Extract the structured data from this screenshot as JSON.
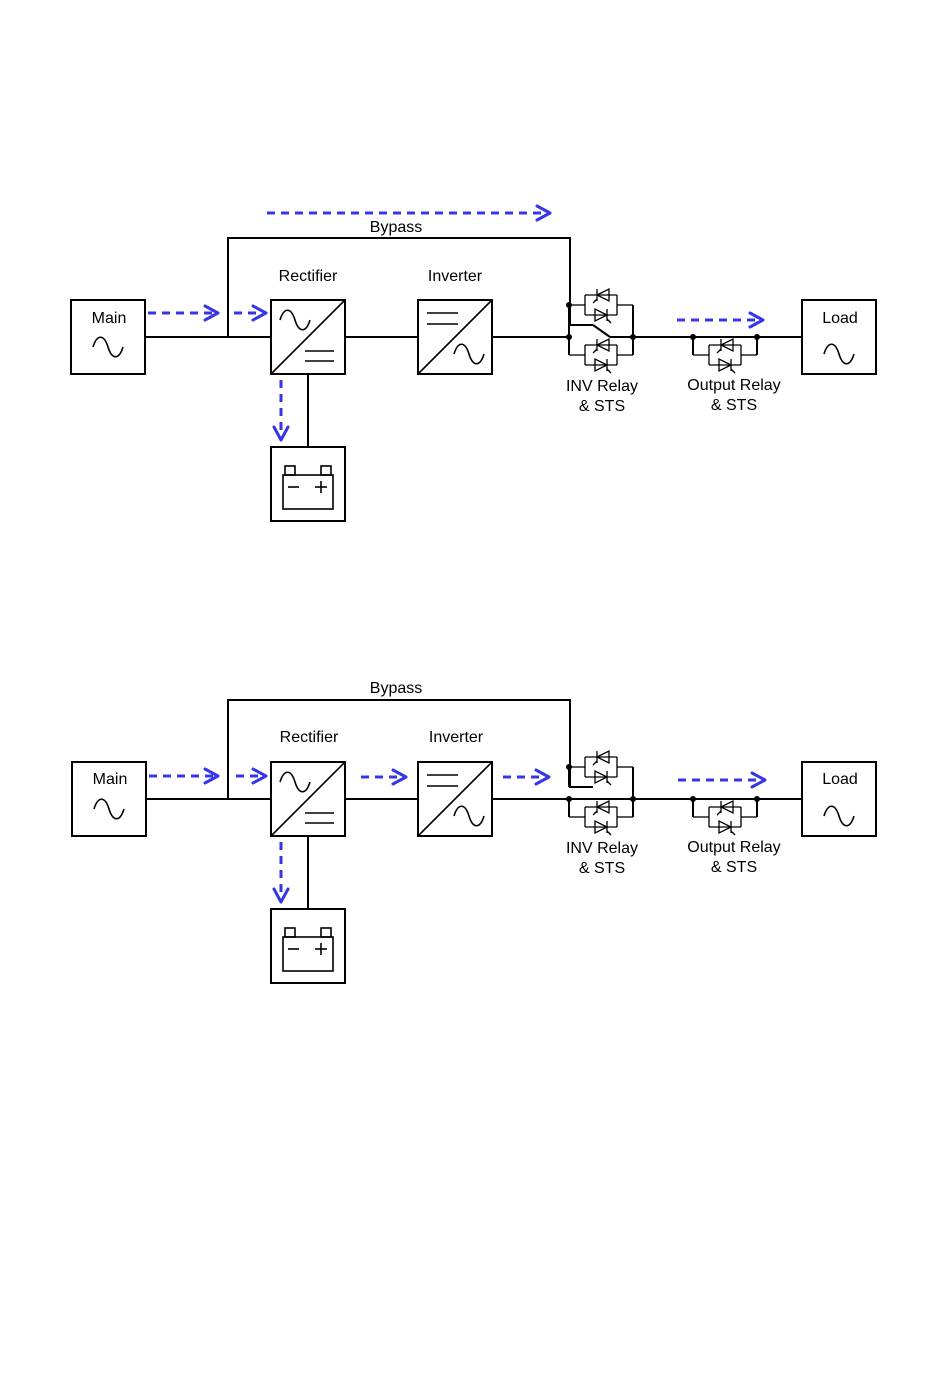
{
  "colors": {
    "flow": "#3636e6",
    "line": "#000000",
    "background": "#ffffff"
  },
  "diagrams": [
    {
      "bypass": "Bypass",
      "main": "Main",
      "rectifier": "Rectifier",
      "inverter": "Inverter",
      "load": "Load",
      "inv_relay": [
        "INV Relay",
        "& STS"
      ],
      "output_relay": [
        "Output Relay",
        "& STS"
      ],
      "battery_icon": "battery-icon",
      "flow_via_bypass": true
    },
    {
      "bypass": "Bypass",
      "main": "Main",
      "rectifier": "Rectifier",
      "inverter": "Inverter",
      "load": "Load",
      "inv_relay": [
        "INV Relay",
        "& STS"
      ],
      "output_relay": [
        "Output Relay",
        "& STS"
      ],
      "battery_icon": "battery-icon",
      "flow_via_bypass": false
    }
  ]
}
